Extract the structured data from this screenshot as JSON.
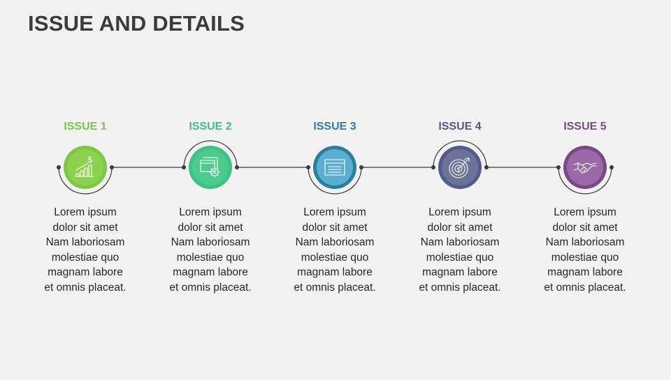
{
  "title": "ISSUE AND DETAILS",
  "steps": [
    {
      "label": "ISSUE 1",
      "color": "#7ac943",
      "fill": "#8ed14f",
      "icon": "growth-chart-dollar-icon",
      "text": [
        "Lorem ipsum",
        "dolor sit amet",
        "Nam laboriosam",
        "molestiae quo",
        "magnam labore",
        "et omnis placeat."
      ]
    },
    {
      "label": "ISSUE 2",
      "color": "#3cc282",
      "fill": "#4ccb8e",
      "icon": "browser-settings-icon",
      "text": [
        "Lorem ipsum",
        "dolor sit amet",
        "Nam laboriosam",
        "molestiae quo",
        "magnam labore",
        "et omnis placeat."
      ]
    },
    {
      "label": "ISSUE 3",
      "color": "#2a7fa0",
      "fill": "#5aaed0",
      "icon": "document-window-icon",
      "text": [
        "Lorem ipsum",
        "dolor sit amet",
        "Nam laboriosam",
        "molestiae quo",
        "magnam labore",
        "et omnis placeat."
      ]
    },
    {
      "label": "ISSUE 4",
      "color": "#545a8a",
      "fill": "#6d7398",
      "icon": "dollar-target-icon",
      "text": [
        "Lorem ipsum",
        "dolor sit amet",
        "Nam laboriosam",
        "molestiae quo",
        "magnam labore",
        "et omnis placeat."
      ]
    },
    {
      "label": "ISSUE 5",
      "color": "#7a4a86",
      "fill": "#9a6aa6",
      "icon": "handshake-icon",
      "text": [
        "Lorem ipsum",
        "dolor sit amet",
        "Nam laboriosam",
        "molestiae quo",
        "magnam labore",
        "et omnis placeat."
      ]
    }
  ]
}
